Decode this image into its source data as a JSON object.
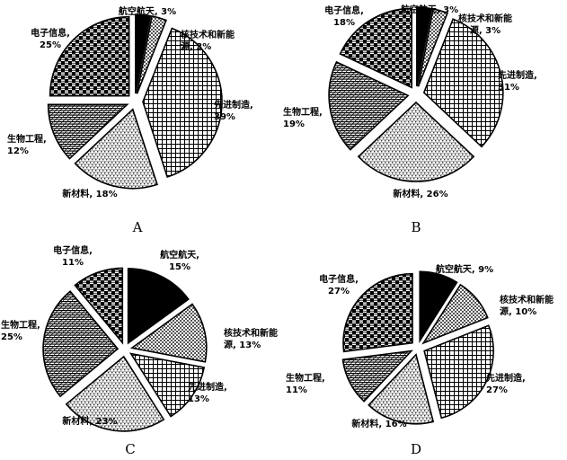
{
  "chart_data": [
    {
      "type": "pie",
      "panel": "A",
      "slices": [
        {
          "label": "航空航天",
          "value": 3,
          "pattern": "solid"
        },
        {
          "label": "核技术和新能源",
          "value": 3,
          "pattern": "dots"
        },
        {
          "label": "先进制造",
          "value": 39,
          "pattern": "grid"
        },
        {
          "label": "新材料",
          "value": 18,
          "pattern": "brick"
        },
        {
          "label": "生物工程",
          "value": 12,
          "pattern": "hatch"
        },
        {
          "label": "电子信息",
          "value": 25,
          "pattern": "checker"
        }
      ],
      "texts": [
        {
          "line1": "航空航天, 3%",
          "line2": ""
        },
        {
          "line1": "核技术和新能",
          "line2": "源, 3%"
        },
        {
          "line1": "先进制造,",
          "line2": "39%"
        },
        {
          "line1": "新材料, 18%",
          "line2": ""
        },
        {
          "line1": "生物工程,",
          "line2": "12%"
        },
        {
          "line1": "电子信息,",
          "line2": "25%"
        }
      ]
    },
    {
      "type": "pie",
      "panel": "B",
      "slices": [
        {
          "label": "航空航天",
          "value": 3,
          "pattern": "solid"
        },
        {
          "label": "核技术和新能源",
          "value": 3,
          "pattern": "dots"
        },
        {
          "label": "先进制造",
          "value": 31,
          "pattern": "grid"
        },
        {
          "label": "新材料",
          "value": 26,
          "pattern": "brick"
        },
        {
          "label": "生物工程",
          "value": 19,
          "pattern": "hatch"
        },
        {
          "label": "电子信息",
          "value": 18,
          "pattern": "checker"
        }
      ],
      "texts": [
        {
          "line1": "航空航天, 3%",
          "line2": ""
        },
        {
          "line1": "核技术和新能",
          "line2": "源, 3%"
        },
        {
          "line1": "先进制造,",
          "line2": "31%"
        },
        {
          "line1": "新材料, 26%",
          "line2": ""
        },
        {
          "line1": "生物工程,",
          "line2": "19%"
        },
        {
          "line1": "电子信息,",
          "line2": "18%"
        }
      ]
    },
    {
      "type": "pie",
      "panel": "C",
      "slices": [
        {
          "label": "航空航天",
          "value": 15,
          "pattern": "solid"
        },
        {
          "label": "核技术和新能源",
          "value": 13,
          "pattern": "dots"
        },
        {
          "label": "先进制造",
          "value": 13,
          "pattern": "grid"
        },
        {
          "label": "新材料",
          "value": 23,
          "pattern": "brick"
        },
        {
          "label": "生物工程",
          "value": 25,
          "pattern": "hatch"
        },
        {
          "label": "电子信息",
          "value": 11,
          "pattern": "checker"
        }
      ],
      "texts": [
        {
          "line1": "航空航天,",
          "line2": "15%"
        },
        {
          "line1": "核技术和新能",
          "line2": "源, 13%"
        },
        {
          "line1": "先进制造,",
          "line2": "13%"
        },
        {
          "line1": "新材料, 23%",
          "line2": ""
        },
        {
          "line1": "生物工程,",
          "line2": "25%"
        },
        {
          "line1": "电子信息,",
          "line2": "11%"
        }
      ]
    },
    {
      "type": "pie",
      "panel": "D",
      "slices": [
        {
          "label": "航空航天",
          "value": 9,
          "pattern": "solid"
        },
        {
          "label": "核技术和新能源",
          "value": 10,
          "pattern": "dots"
        },
        {
          "label": "先进制造",
          "value": 27,
          "pattern": "grid"
        },
        {
          "label": "新材料",
          "value": 16,
          "pattern": "brick"
        },
        {
          "label": "生物工程",
          "value": 11,
          "pattern": "hatch"
        },
        {
          "label": "电子信息",
          "value": 27,
          "pattern": "checker"
        }
      ],
      "texts": [
        {
          "line1": "航空航天, 9%",
          "line2": ""
        },
        {
          "line1": "核技术和新能",
          "line2": "源, 10%"
        },
        {
          "line1": "先进制造,",
          "line2": "27%"
        },
        {
          "line1": "新材料, 16%",
          "line2": ""
        },
        {
          "line1": "生物工程,",
          "line2": "11%"
        },
        {
          "line1": "电子信息,",
          "line2": "27%"
        }
      ]
    }
  ]
}
